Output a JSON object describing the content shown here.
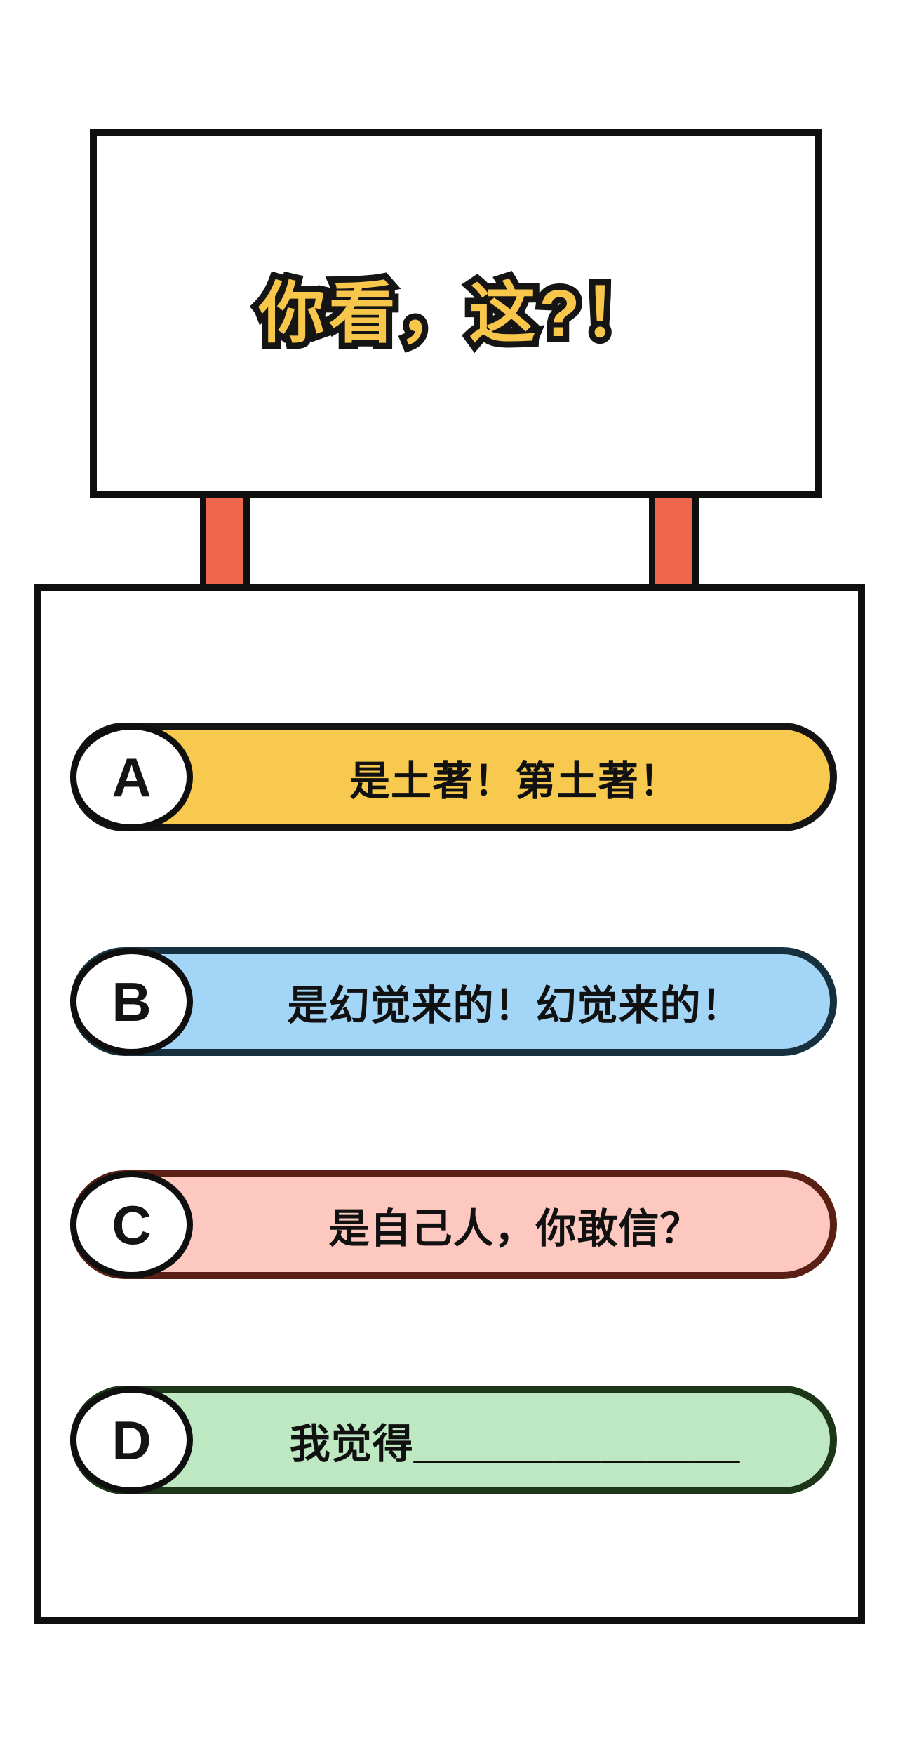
{
  "sign": {
    "title": "你看，这?！"
  },
  "poll": {
    "options": [
      {
        "letter": "A",
        "label": "是土著！第土著！",
        "fill": "#F7C94F",
        "border": "#141414"
      },
      {
        "letter": "B",
        "label": "是幻觉来的！幻觉来的！",
        "fill": "#A3D5F6",
        "border": "#16303F"
      },
      {
        "letter": "C",
        "label": "是自己人，你敢信？",
        "fill": "#FCC8BF",
        "border": "#5A2013"
      },
      {
        "letter": "D",
        "label": "我觉得______________",
        "fill": "#BDE8C2",
        "border": "#1D3619"
      }
    ]
  },
  "colors": {
    "background": "#FFFFFF",
    "outline": "#0F0F0F",
    "post_red": "#F0664E",
    "title_yellow": "#F7C64B"
  }
}
